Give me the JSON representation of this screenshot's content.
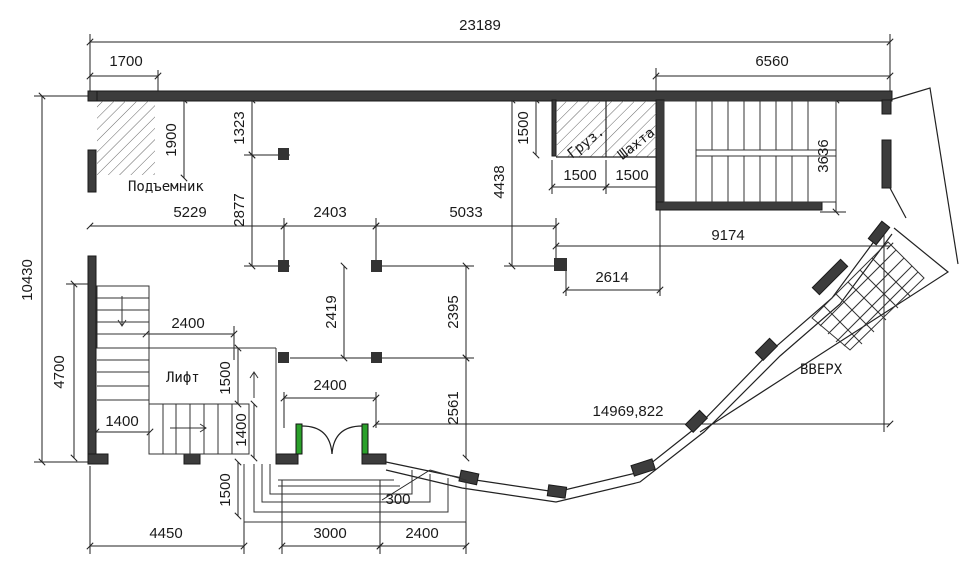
{
  "plan": {
    "dimensions": {
      "overall_width": "23189",
      "left_top": "1700",
      "right_top": "6560",
      "lift_h": "1900",
      "d1323": "1323",
      "d5229": "5229",
      "d2877": "2877",
      "d2403": "2403",
      "d5033": "5033",
      "d1500a": "1500",
      "d4438": "4438",
      "d1500b": "1500",
      "d1500c": "1500",
      "d3636": "3636",
      "d9174": "9174",
      "d2614": "2614",
      "height_total": "10430",
      "d4700": "4700",
      "d2400a": "2400",
      "d2419": "2419",
      "d2395": "2395",
      "d1500d": "1500",
      "d2400b": "2400",
      "d1400a": "1400",
      "d1400b": "1400",
      "d2561": "2561",
      "diag": "14969,822",
      "d1500e": "1500",
      "d300": "300",
      "d4450": "4450",
      "d3000": "3000",
      "d2400c": "2400"
    },
    "labels": {
      "lift_platform": "Подъемник",
      "lift": "Лифт",
      "cargo": "Груз.",
      "shaft": "Шахта",
      "up": "ВВЕРХ"
    }
  }
}
